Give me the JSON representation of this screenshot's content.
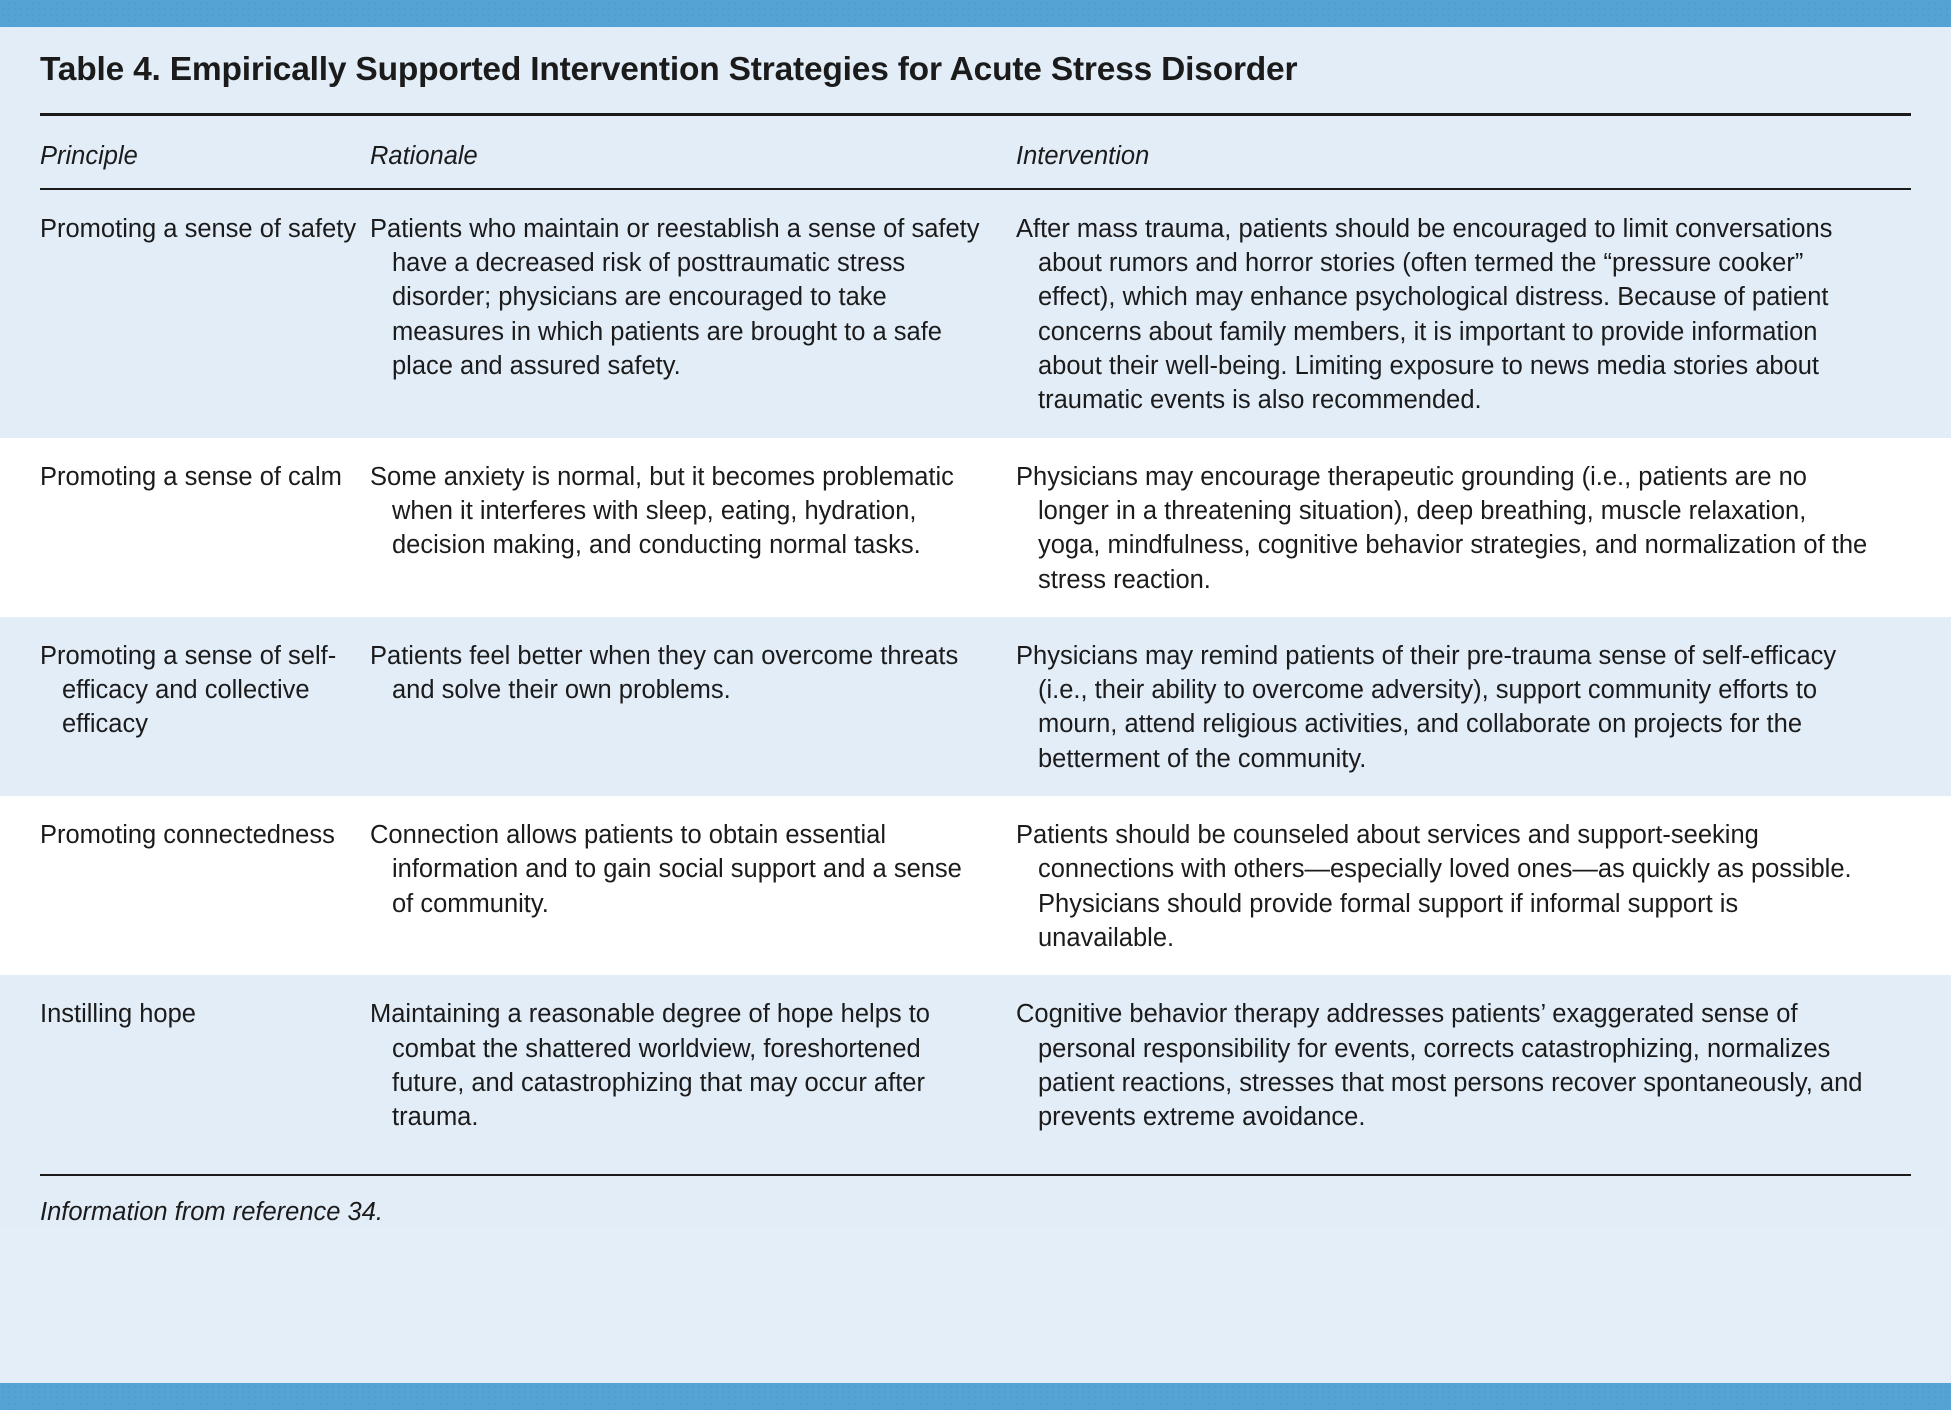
{
  "figure": {
    "title": "Table 4. Empirically Supported Intervention Strategies for Acute Stress Disorder",
    "footnote": "Information from reference 34.",
    "accent_color": "#54a3d4",
    "shaded_row_color": "#e2edf8",
    "plain_row_color": "#ffffff",
    "text_color": "#1b1b1b"
  },
  "columns": [
    {
      "key": "principle",
      "label": "Principle"
    },
    {
      "key": "rationale",
      "label": "Rationale"
    },
    {
      "key": "intervention",
      "label": "Intervention"
    }
  ],
  "rows": [
    {
      "shaded": true,
      "principle": "Promoting a sense of safety",
      "rationale": "Patients who maintain or reestablish a sense of safety have a decreased risk of posttraumatic stress disorder; physicians are encouraged to take measures in which patients are brought to a safe place and assured safety.",
      "intervention": "After mass trauma, patients should be encouraged to limit conversations about rumors and horror stories (often termed the “pressure cooker” effect), which may enhance psychological distress. Because of patient concerns about family members, it is important to provide information about their well-being. Limiting exposure to news media stories about traumatic events is also recommended."
    },
    {
      "shaded": false,
      "principle": "Promoting a sense of calm",
      "rationale": "Some anxiety is normal, but it becomes problematic when it interferes with sleep, eating, hydration, decision making, and conducting normal tasks.",
      "intervention": "Physicians may encourage therapeutic grounding (i.e., patients are no longer in a threatening situation), deep breathing, muscle relaxation, yoga, mindfulness, cognitive behavior strategies, and normalization of the stress reaction."
    },
    {
      "shaded": true,
      "principle": "Promoting a sense of self-efficacy and collective efficacy",
      "rationale": "Patients feel better when they can overcome threats and solve their own problems.",
      "intervention": "Physicians may remind patients of their pre-trauma sense of self-efficacy (i.e., their ability to overcome adversity), support community efforts to mourn, attend religious activities, and collaborate on projects for the betterment of the community."
    },
    {
      "shaded": false,
      "principle": "Promoting connectedness",
      "rationale": "Connection allows patients to obtain essential information and to gain social support and a sense of community.",
      "intervention": "Patients should be counseled about services and support-seeking connections with others—especially loved ones—as quickly as possible. Physicians should provide formal support if informal support is unavailable."
    },
    {
      "shaded": true,
      "principle": "Instilling hope",
      "rationale": "Maintaining a reasonable degree of hope helps to combat the shattered worldview, foreshortened future, and catastrophizing that may occur after trauma.",
      "intervention": "Cognitive behavior therapy addresses patients’ exaggerated sense of personal responsibility for events, corrects catastrophizing, normalizes patient reactions, stresses that most persons recover spontaneously, and prevents extreme avoidance."
    }
  ]
}
